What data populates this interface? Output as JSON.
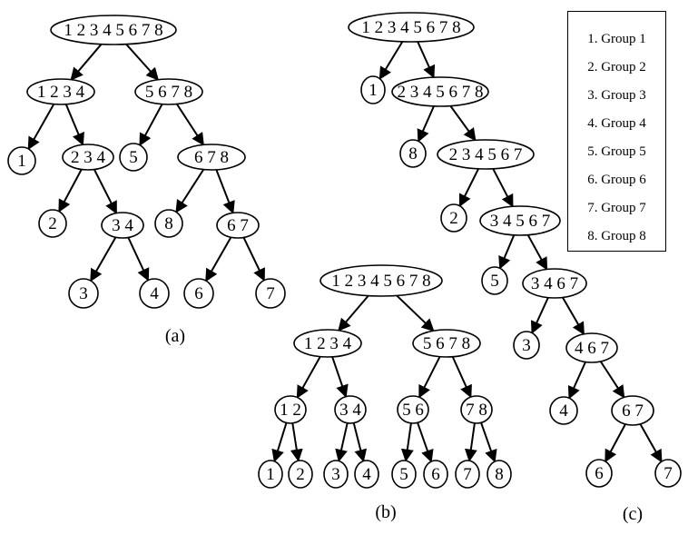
{
  "legend": {
    "items": [
      "1. Group 1",
      "2. Group 2",
      "3. Group 3",
      "4. Group 4",
      "5. Group 5",
      "6. Group 6",
      "7. Group 7",
      "8. Group 8"
    ]
  },
  "diagrams": [
    {
      "id": "a",
      "caption": "(a)",
      "nodes": [
        "1 2 3 4 5 6 7 8",
        "1 2 3 4",
        "5 6 7 8",
        "1",
        "2 3 4",
        "5",
        "6 7 8",
        "2",
        "3 4",
        "8",
        "6 7",
        "3",
        "4",
        "6",
        "7"
      ],
      "edges": [
        [
          0,
          1
        ],
        [
          0,
          2
        ],
        [
          1,
          3
        ],
        [
          1,
          4
        ],
        [
          2,
          5
        ],
        [
          2,
          6
        ],
        [
          4,
          7
        ],
        [
          4,
          8
        ],
        [
          6,
          9
        ],
        [
          6,
          10
        ],
        [
          8,
          11
        ],
        [
          8,
          12
        ],
        [
          10,
          13
        ],
        [
          10,
          14
        ]
      ]
    },
    {
      "id": "b",
      "caption": "(b)",
      "nodes": [
        "1 2 3 4 5 6 7 8",
        "1 2 3 4",
        "5 6 7 8",
        "1 2",
        "3 4",
        "5 6",
        "7 8",
        "1",
        "2",
        "3",
        "4",
        "5",
        "6",
        "7",
        "8"
      ],
      "edges": [
        [
          0,
          1
        ],
        [
          0,
          2
        ],
        [
          1,
          3
        ],
        [
          1,
          4
        ],
        [
          2,
          5
        ],
        [
          2,
          6
        ],
        [
          3,
          7
        ],
        [
          3,
          8
        ],
        [
          4,
          9
        ],
        [
          4,
          10
        ],
        [
          5,
          11
        ],
        [
          5,
          12
        ],
        [
          6,
          13
        ],
        [
          6,
          14
        ]
      ]
    },
    {
      "id": "c",
      "caption": "(c)",
      "nodes": [
        "1 2 3 4 5 6 7 8",
        "1",
        "2 3 4 5 6 7 8",
        "8",
        "2 3 4 5 6 7",
        "2",
        "3 4 5 6 7",
        "5",
        "3 4 6 7",
        "3",
        "4 6 7",
        "4",
        "6 7",
        "6",
        "7"
      ],
      "edges": [
        [
          0,
          1
        ],
        [
          0,
          2
        ],
        [
          2,
          3
        ],
        [
          2,
          4
        ],
        [
          4,
          5
        ],
        [
          4,
          6
        ],
        [
          6,
          7
        ],
        [
          6,
          8
        ],
        [
          8,
          9
        ],
        [
          8,
          10
        ],
        [
          10,
          11
        ],
        [
          10,
          12
        ],
        [
          12,
          13
        ],
        [
          12,
          14
        ]
      ]
    }
  ]
}
